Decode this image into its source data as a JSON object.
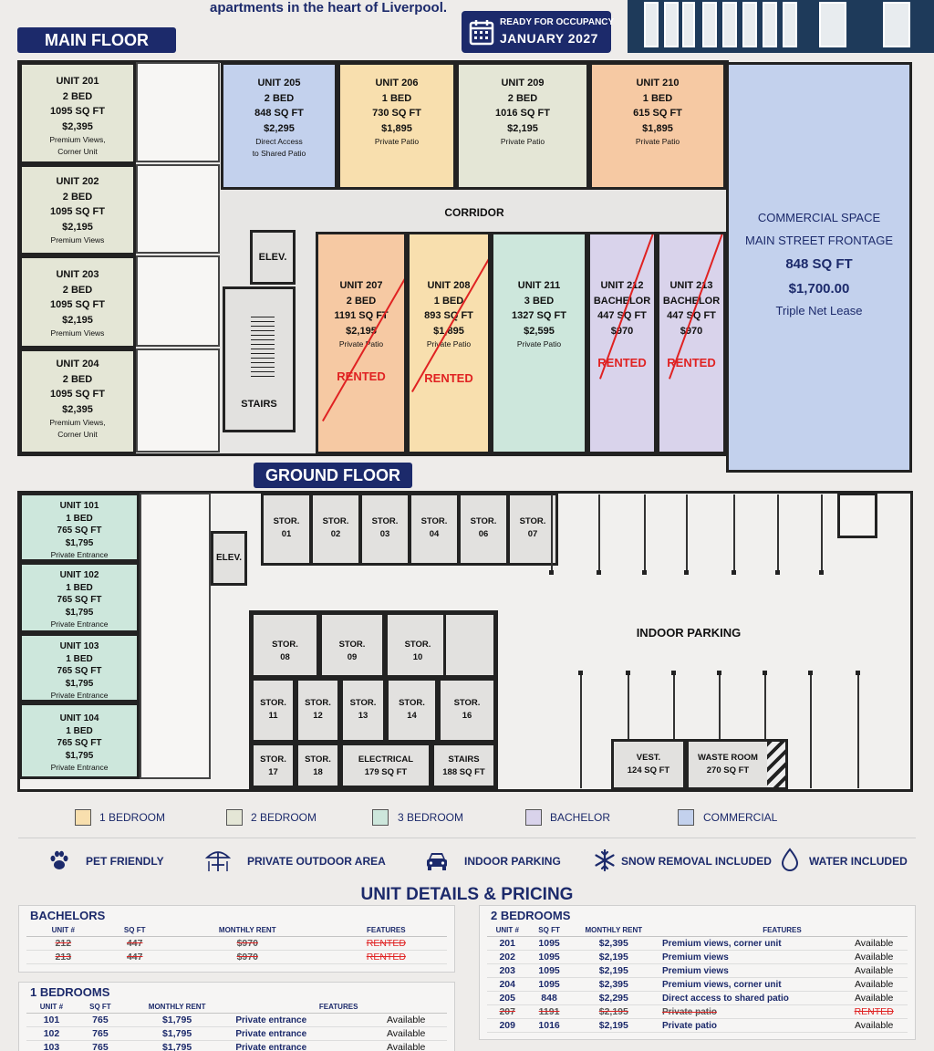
{
  "header": {
    "tagline": "apartments in the heart of Liverpool.",
    "badge_line1": "READY FOR OCCUPANCY",
    "badge_line2": "JANUARY 2027"
  },
  "main_floor": {
    "title": "MAIN FLOOR",
    "corridor": "CORRIDOR",
    "elevator": "ELEV.",
    "stairs": "STAIRS",
    "units": {
      "u201": {
        "name": "UNIT 201",
        "beds": "2 BED",
        "sqft": "1095 SQ FT",
        "price": "$2,395",
        "note1": "Premium Views,",
        "note2": "Corner Unit"
      },
      "u202": {
        "name": "UNIT 202",
        "beds": "2 BED",
        "sqft": "1095 SQ FT",
        "price": "$2,195",
        "note1": "Premium Views"
      },
      "u203": {
        "name": "UNIT 203",
        "beds": "2 BED",
        "sqft": "1095 SQ FT",
        "price": "$2,195",
        "note1": "Premium Views"
      },
      "u204": {
        "name": "UNIT 204",
        "beds": "2 BED",
        "sqft": "1095 SQ FT",
        "price": "$2,395",
        "note1": "Premium Views,",
        "note2": "Corner Unit"
      },
      "u205": {
        "name": "UNIT 205",
        "beds": "2 BED",
        "sqft": "848 SQ FT",
        "price": "$2,295",
        "note1": "Direct Access",
        "note2": "to Shared Patio"
      },
      "u206": {
        "name": "UNIT 206",
        "beds": "1 BED",
        "sqft": "730 SQ FT",
        "price": "$1,895",
        "note1": "Private Patio"
      },
      "u209": {
        "name": "UNIT 209",
        "beds": "2 BED",
        "sqft": "1016 SQ FT",
        "price": "$2,195",
        "note1": "Private Patio"
      },
      "u210": {
        "name": "UNIT 210",
        "beds": "1 BED",
        "sqft": "615 SQ FT",
        "price": "$1,895",
        "note1": "Private Patio"
      },
      "u207": {
        "name": "UNIT 207",
        "beds": "2 BED",
        "sqft": "1191 SQ FT",
        "price": "$2,195",
        "note1": "Private Patio",
        "status": "RENTED"
      },
      "u208": {
        "name": "UNIT 208",
        "beds": "1 BED",
        "sqft": "893 SQ FT",
        "price": "$1,895",
        "note1": "Private Patio",
        "status": "RENTED"
      },
      "u211": {
        "name": "UNIT 211",
        "beds": "3 BED",
        "sqft": "1327 SQ FT",
        "price": "$2,595",
        "note1": "Private Patio"
      },
      "u212": {
        "name": "UNIT 212",
        "beds": "BACHELOR",
        "sqft": "447 SQ FT",
        "price": "$970",
        "status": "RENTED"
      },
      "u213": {
        "name": "UNIT 213",
        "beds": "BACHELOR",
        "sqft": "447 SQ FT",
        "price": "$970",
        "status": "RENTED"
      }
    },
    "commercial": {
      "title": "COMMERCIAL SPACE",
      "sub": "MAIN STREET FRONTAGE",
      "sqft": "848 SQ FT",
      "price": "$1,700.00",
      "lease": "Triple Net Lease"
    }
  },
  "ground_floor": {
    "title": "GROUND FLOOR",
    "elevator": "ELEV.",
    "indoor_parking": "INDOOR PARKING",
    "units": {
      "u101": {
        "name": "UNIT 101",
        "beds": "1 BED",
        "sqft": "765 SQ FT",
        "price": "$1,795",
        "note": "Private Entrance"
      },
      "u102": {
        "name": "UNIT 102",
        "beds": "1 BED",
        "sqft": "765 SQ FT",
        "price": "$1,795",
        "note": "Private Entrance"
      },
      "u103": {
        "name": "UNIT 103",
        "beds": "1 BED",
        "sqft": "765 SQ FT",
        "price": "$1,795",
        "note": "Private Entrance"
      },
      "u104": {
        "name": "UNIT 104",
        "beds": "1 BED",
        "sqft": "765 SQ FT",
        "price": "$1,795",
        "note": "Private Entrance"
      }
    },
    "storage_prefix": "STOR.",
    "storage_top": [
      "01",
      "02",
      "03",
      "04",
      "06",
      "07"
    ],
    "storage_mid": [
      "08",
      "09",
      "10"
    ],
    "storage_row2": [
      "11",
      "12",
      "13",
      "14",
      "16"
    ],
    "storage_row3": [
      "17",
      "18"
    ],
    "electrical": {
      "name": "ELECTRICAL",
      "sqft": "179 SQ FT"
    },
    "stairs": {
      "name": "STAIRS",
      "sqft": "188 SQ FT"
    },
    "vest": {
      "name": "VEST.",
      "sqft": "124 SQ FT"
    },
    "waste": {
      "name": "WASTE ROOM",
      "sqft": "270 SQ FT"
    }
  },
  "legend": {
    "one_bed": {
      "label": "1 BEDROOM",
      "color": "#f8dfae"
    },
    "two_bed": {
      "label": "2 BEDROOM",
      "color": "#e4e6d6"
    },
    "three_bed": {
      "label": "3 BEDROOM",
      "color": "#cde7dc"
    },
    "bachelor": {
      "label": "BACHELOR",
      "color": "#d9d3eb"
    },
    "commercial": {
      "label": "COMMERCIAL",
      "color": "#c3d1ed"
    }
  },
  "features": {
    "pet": {
      "label": "PET FRIENDLY",
      "icon": "paw-icon"
    },
    "outdoor": {
      "label": "PRIVATE OUTDOOR AREA",
      "icon": "patio-umbrella-icon"
    },
    "parking": {
      "label": "INDOOR PARKING",
      "icon": "car-icon"
    },
    "snow": {
      "label": "SNOW REMOVAL INCLUDED",
      "icon": "snowflake-icon"
    },
    "water": {
      "label": "WATER INCLUDED",
      "icon": "water-drop-icon"
    }
  },
  "pricing": {
    "title": "UNIT DETAILS & PRICING",
    "bachelors": {
      "title": "BACHELORS",
      "headers": [
        "UNIT #",
        "SQ FT",
        "MONTHLY RENT",
        "FEATURES"
      ],
      "rows": [
        {
          "unit": "212",
          "sqft": "447",
          "rent": "$970",
          "status": "RENTED"
        },
        {
          "unit": "213",
          "sqft": "447",
          "rent": "$970",
          "status": "RENTED"
        }
      ]
    },
    "one_bed": {
      "title": "1 BEDROOMS",
      "headers": [
        "UNIT #",
        "SQ FT",
        "MONTHLY RENT",
        "FEATURES"
      ],
      "rows": [
        {
          "unit": "101",
          "sqft": "765",
          "rent": "$1,795",
          "feature": "Private entrance",
          "status": "Available"
        },
        {
          "unit": "102",
          "sqft": "765",
          "rent": "$1,795",
          "feature": "Private entrance",
          "status": "Available"
        },
        {
          "unit": "103",
          "sqft": "765",
          "rent": "$1,795",
          "feature": "Private entrance",
          "status": "Available"
        }
      ]
    },
    "two_bed": {
      "title": "2 BEDROOMS",
      "headers": [
        "UNIT #",
        "SQ FT",
        "MONTHLY RENT",
        "FEATURES"
      ],
      "rows": [
        {
          "unit": "201",
          "sqft": "1095",
          "rent": "$2,395",
          "feature": "Premium views, corner unit",
          "status": "Available"
        },
        {
          "unit": "202",
          "sqft": "1095",
          "rent": "$2,195",
          "feature": "Premium views",
          "status": "Available"
        },
        {
          "unit": "203",
          "sqft": "1095",
          "rent": "$2,195",
          "feature": "Premium views",
          "status": "Available"
        },
        {
          "unit": "204",
          "sqft": "1095",
          "rent": "$2,395",
          "feature": "Premium views, corner unit",
          "status": "Available"
        },
        {
          "unit": "205",
          "sqft": "848",
          "rent": "$2,295",
          "feature": "Direct access to shared patio",
          "status": "Available"
        },
        {
          "unit": "207",
          "sqft": "1191",
          "rent": "$2,195",
          "feature": "Private patio",
          "status": "RENTED"
        },
        {
          "unit": "209",
          "sqft": "1016",
          "rent": "$2,195",
          "feature": "Private patio",
          "status": "Available"
        }
      ]
    }
  }
}
